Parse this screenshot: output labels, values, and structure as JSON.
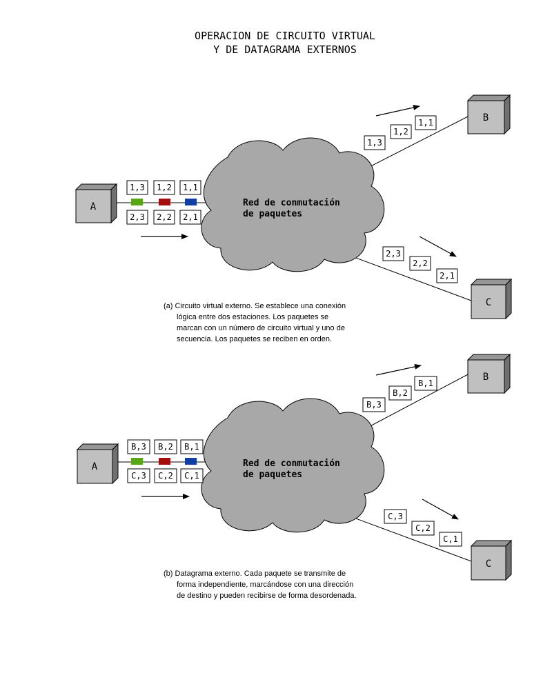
{
  "title": {
    "line1": "OPERACION DE CIRCUITO VIRTUAL",
    "line2": "Y DE DATAGRAMA EXTERNOS"
  },
  "colors": {
    "node_front": "#c0c0c0",
    "node_side": "#707070",
    "node_top": "#969696",
    "cloud": "#a8a8a8",
    "packet_green": "#59a617",
    "packet_red": "#a30f0f",
    "packet_blue": "#0f3ea5"
  },
  "virtual_circuit": {
    "network_line1": "Red de conmutación",
    "network_line2": "de paquetes",
    "node_a": "A",
    "node_b": "B",
    "node_c": "C",
    "top_labels": [
      "1,3",
      "1,2",
      "1,1"
    ],
    "bottom_labels": [
      "2,3",
      "2,2",
      "2,1"
    ],
    "to_b_labels": [
      "1,3",
      "1,2",
      "1,1"
    ],
    "to_c_labels": [
      "2,3",
      "2,2",
      "2,1"
    ],
    "caption": [
      "(a)  Circuito virtual externo. Se establece una conexión",
      "lógica  entre  dos  estaciones.   Los  paquetes  se",
      "marcan  con un número de circuito virtual y uno de",
      "secuencia. Los paquetes se reciben en orden."
    ]
  },
  "datagram": {
    "network_line1": "Red de conmutación",
    "network_line2": "de paquetes",
    "node_a": "A",
    "node_b": "B",
    "node_c": "C",
    "top_labels": [
      "B,3",
      "B,2",
      "B,1"
    ],
    "bottom_labels": [
      "C,3",
      "C,2",
      "C,1"
    ],
    "to_b_labels": [
      "B,3",
      "B,2",
      "B,1"
    ],
    "to_c_labels": [
      "C,3",
      "C,2",
      "C,1"
    ],
    "caption": [
      "(b)  Datagrama externo.  Cada paquete  se transmite  de",
      "forma independiente, marcándose  con una dirección",
      "de destino y pueden recibirse de forma desordenada."
    ]
  }
}
